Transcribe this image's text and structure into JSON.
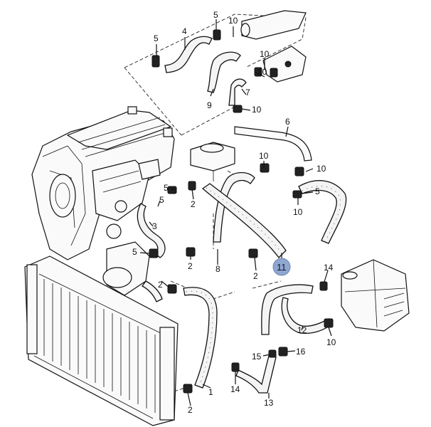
{
  "labels": {
    "l1": "1",
    "l2a": "2",
    "l2b": "2",
    "l2c": "2",
    "l2d": "2",
    "l3": "3",
    "l4": "4",
    "l5a": "5",
    "l5b": "5",
    "l5c": "5",
    "l5d": "5",
    "l5e": "5",
    "l5f": "5",
    "l6": "6",
    "l7": "7",
    "l8": "8",
    "l9": "9",
    "l10a": "10",
    "l10b": "10",
    "l10c": "10",
    "l10d": "10",
    "l10e": "10",
    "l10f": "10",
    "l10g": "10",
    "l10h": "10",
    "l11": "11",
    "l12": "12",
    "l13": "13",
    "l14a": "14",
    "l14b": "14",
    "l15": "15",
    "l16": "16"
  },
  "highlight": {
    "part": "11",
    "color": "#8fa6cf"
  }
}
